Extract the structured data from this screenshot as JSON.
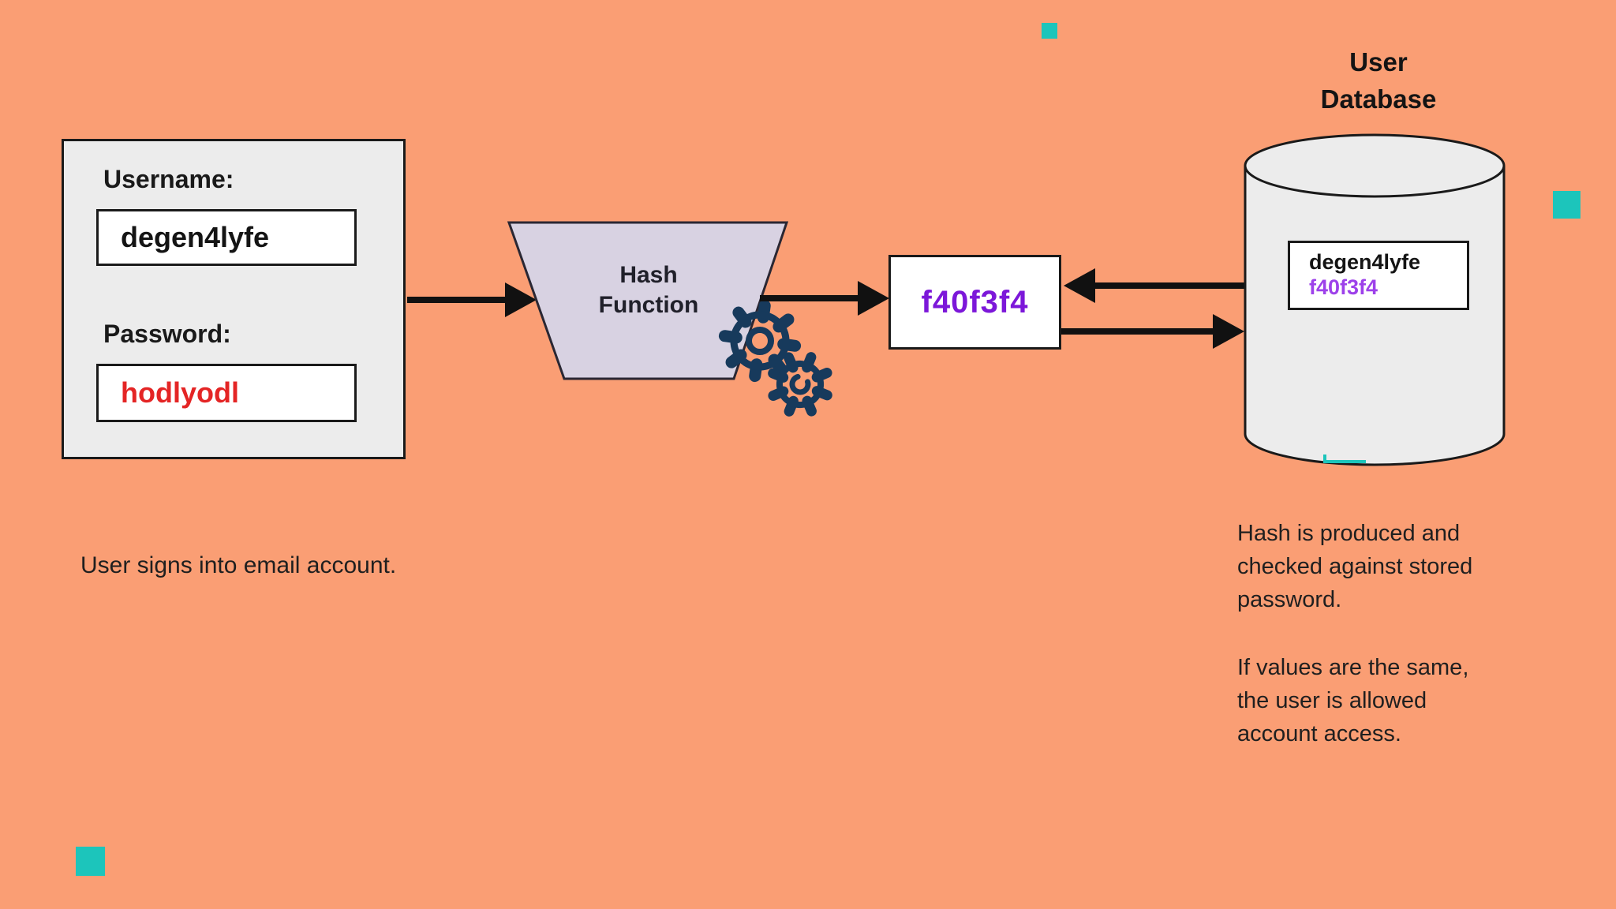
{
  "colors": {
    "bg": "#fa9e74",
    "panel": "#ececec",
    "line": "#1a1a1a",
    "trap": "#d8d2e2",
    "trapline": "#2a2733",
    "purple": "#7c17d9",
    "purple-light": "#9d41ea",
    "red": "#e42525",
    "gear": "#173a5c",
    "teal": "#1cc5bb",
    "text": "#1f1f1f"
  },
  "login_panel": {
    "username_label": "Username:",
    "username_value": "degen4lyfe",
    "password_label": "Password:",
    "password_value": "hodlyodl"
  },
  "hash_function": {
    "label": "Hash Function"
  },
  "hash_output": {
    "value": "f40f3f4"
  },
  "database": {
    "title": "User Database",
    "record_username": "degen4lyfe",
    "record_hash": "f40f3f4"
  },
  "captions": {
    "left": "User signs into email account.",
    "right_para1": "Hash is produced and checked against stored password.",
    "right_para2": "If values are the same, the user is allowed account access."
  }
}
